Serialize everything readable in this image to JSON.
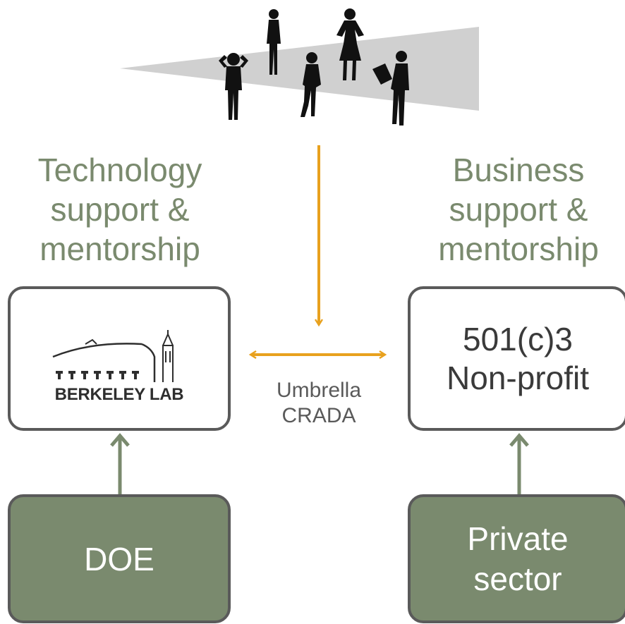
{
  "headings": {
    "technology": [
      "Technology",
      "support &",
      "mentorship"
    ],
    "business": [
      "Business",
      "support &",
      "mentorship"
    ]
  },
  "boxes": {
    "lab": {
      "name": "BERKELEY LAB"
    },
    "nonprofit": [
      "501(c)3",
      "Non-profit"
    ],
    "doe": [
      "DOE"
    ],
    "private": [
      "Private",
      "sector"
    ]
  },
  "crada": [
    "Umbrella",
    "CRADA"
  ],
  "colors": {
    "accent_orange": "#e8a11e",
    "olive_green": "#7a8a6e",
    "box_border": "#5a5a5a",
    "wedge_gray": "#d0d0d0"
  },
  "icons": [
    "people-silhouettes-icon",
    "berkeley-lab-logo-icon"
  ]
}
